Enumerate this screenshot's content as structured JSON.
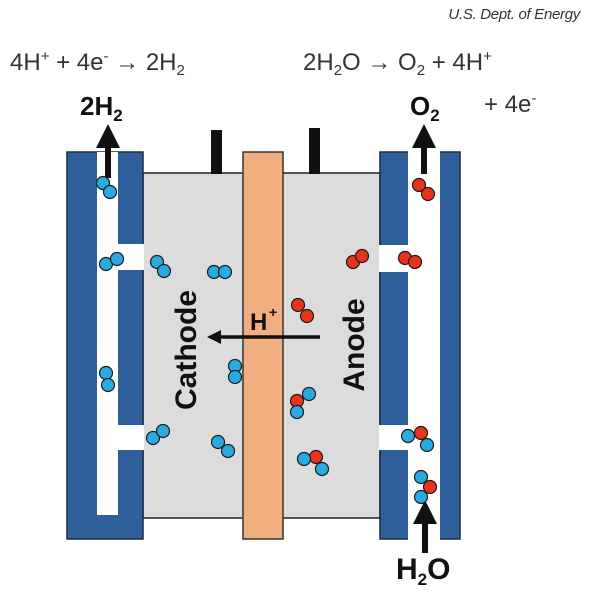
{
  "credit": "U.S. Dept. of Energy",
  "equations": {
    "cathode": {
      "lhs_a": "4H",
      "lhs_a_sup": "+",
      "plus1": " + 4e",
      "lhs_b_sup": "-",
      "arrow": " → 2H",
      "rhs_sub": "2"
    },
    "anode_line1": {
      "a": "2H",
      "a_sub": "2",
      "b": "O → O",
      "b_sub": "2",
      "c": " + 4H",
      "c_sup": "+"
    },
    "anode_line2": {
      "a": "+ 4e",
      "a_sup": "-"
    }
  },
  "gases": {
    "h2_out": {
      "coef": "2H",
      "sub": "2"
    },
    "o2_out": {
      "base": "O",
      "sub": "2"
    },
    "h2o_in": {
      "a": "H",
      "sub": "2",
      "b": "O"
    }
  },
  "labels": {
    "cathode": "Cathode",
    "anode": "Anode",
    "proton": "H",
    "proton_sup": "+"
  },
  "colors": {
    "electrode_blue": "#2e5f9a",
    "cell_gray": "#dcdcdc",
    "membrane_orange": "#f1ae7e",
    "hydrogen_blue": "#29abe2",
    "oxygen_red": "#e8341c",
    "outline": "#111111"
  },
  "molecules": [
    {
      "kind": "H2",
      "atoms": [
        [
          103,
          183,
          "H"
        ],
        [
          110,
          192,
          "H"
        ]
      ]
    },
    {
      "kind": "H2",
      "atoms": [
        [
          106,
          264,
          "H"
        ],
        [
          117,
          259,
          "H"
        ]
      ]
    },
    {
      "kind": "H2",
      "atoms": [
        [
          157,
          262,
          "H"
        ],
        [
          164,
          271,
          "H"
        ]
      ]
    },
    {
      "kind": "H2",
      "atoms": [
        [
          214,
          272,
          "H"
        ],
        [
          225,
          272,
          "H"
        ]
      ]
    },
    {
      "kind": "H2",
      "atoms": [
        [
          235,
          366,
          "H"
        ],
        [
          235,
          377,
          "H"
        ]
      ]
    },
    {
      "kind": "H2",
      "atoms": [
        [
          106,
          373,
          "H"
        ],
        [
          108,
          385,
          "H"
        ]
      ]
    },
    {
      "kind": "H2",
      "atoms": [
        [
          153,
          438,
          "H"
        ],
        [
          163,
          431,
          "H"
        ]
      ]
    },
    {
      "kind": "H2",
      "atoms": [
        [
          218,
          442,
          "H"
        ],
        [
          228,
          451,
          "H"
        ]
      ]
    },
    {
      "kind": "O2",
      "atoms": [
        [
          298,
          305,
          "O"
        ],
        [
          307,
          316,
          "O"
        ]
      ]
    },
    {
      "kind": "O2",
      "atoms": [
        [
          353,
          262,
          "O"
        ],
        [
          362,
          256,
          "O"
        ]
      ]
    },
    {
      "kind": "O2",
      "atoms": [
        [
          419,
          185,
          "O"
        ],
        [
          428,
          194,
          "O"
        ]
      ]
    },
    {
      "kind": "O2",
      "atoms": [
        [
          405,
          258,
          "O"
        ],
        [
          415,
          262,
          "O"
        ]
      ]
    },
    {
      "kind": "H2O",
      "atoms": [
        [
          297,
          401,
          "O"
        ],
        [
          309,
          394,
          "H"
        ],
        [
          297,
          412,
          "H"
        ]
      ]
    },
    {
      "kind": "H2O",
      "atoms": [
        [
          316,
          457,
          "O"
        ],
        [
          304,
          459,
          "H"
        ],
        [
          322,
          469,
          "H"
        ]
      ]
    },
    {
      "kind": "H2O",
      "atoms": [
        [
          421,
          433,
          "O"
        ],
        [
          408,
          436,
          "H"
        ],
        [
          427,
          445,
          "H"
        ]
      ]
    },
    {
      "kind": "H2O",
      "atoms": [
        [
          430,
          487,
          "O"
        ],
        [
          421,
          477,
          "H"
        ],
        [
          421,
          497,
          "H"
        ]
      ]
    }
  ]
}
